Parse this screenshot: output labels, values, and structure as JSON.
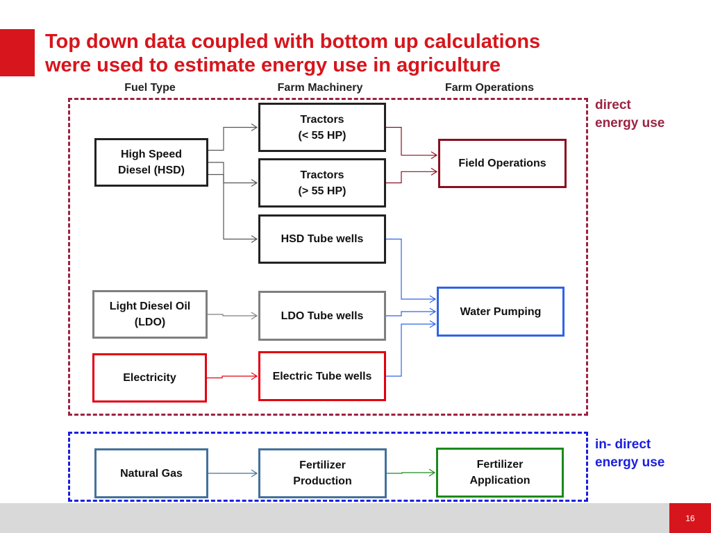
{
  "title": {
    "line1": "Top down data coupled with bottom up calculations",
    "line2": "were used to estimate energy use in agriculture",
    "color": "#d7151c"
  },
  "columns": {
    "fuel": "Fuel Type",
    "machinery": "Farm Machinery",
    "operations": "Farm Operations"
  },
  "groups": {
    "direct": {
      "line1": "direct",
      "line2": "energy use",
      "color": "#9b2342"
    },
    "indirect": {
      "line1": "in- direct",
      "line2": "energy use",
      "color": "#1a1ee0"
    }
  },
  "nodes": {
    "hsd": {
      "line1": "High Speed",
      "line2": "Diesel (HSD)",
      "color": "#222222"
    },
    "ldo": {
      "line1": "Light Diesel Oil",
      "line2": "(LDO)",
      "color": "#7f7f7f"
    },
    "electricity": {
      "line1": "Electricity",
      "color": "#e3000f"
    },
    "tractors_small": {
      "line1": "Tractors",
      "line2": "(< 55 HP)",
      "color": "#222222"
    },
    "tractors_large": {
      "line1": "Tractors",
      "line2": "(> 55 HP)",
      "color": "#222222"
    },
    "hsd_tubewells": {
      "line1": "HSD Tube wells",
      "color": "#222222"
    },
    "ldo_tubewells": {
      "line1": "LDO Tube wells",
      "color": "#7f7f7f"
    },
    "electric_tubewells": {
      "line1": "Electric Tube wells",
      "color": "#e3000f"
    },
    "field_operations": {
      "line1": "Field Operations",
      "color": "#8b0f1f"
    },
    "water_pumping": {
      "line1": "Water Pumping",
      "color": "#2e63e6"
    },
    "natural_gas": {
      "line1": "Natural Gas",
      "color": "#41719c"
    },
    "fertilizer_production": {
      "line1": "Fertilizer",
      "line2": "Production",
      "color": "#41719c"
    },
    "fertilizer_application": {
      "line1": "Fertilizer",
      "line2": "Application",
      "color": "#1a8a1a"
    }
  },
  "edges": [
    {
      "from": "hsd",
      "to": "tractors_small",
      "color": "#555555"
    },
    {
      "from": "hsd",
      "to": "tractors_large",
      "color": "#555555"
    },
    {
      "from": "hsd",
      "to": "hsd_tubewells",
      "color": "#555555"
    },
    {
      "from": "ldo",
      "to": "ldo_tubewells",
      "color": "#7f7f7f"
    },
    {
      "from": "electricity",
      "to": "electric_tubewells",
      "color": "#e3000f"
    },
    {
      "from": "tractors_small",
      "to": "field_operations",
      "color": "#8b0f1f"
    },
    {
      "from": "tractors_large",
      "to": "field_operations",
      "color": "#8b0f1f"
    },
    {
      "from": "hsd_tubewells",
      "to": "water_pumping",
      "color": "#2e63e6"
    },
    {
      "from": "ldo_tubewells",
      "to": "water_pumping",
      "color": "#2e63e6"
    },
    {
      "from": "electric_tubewells",
      "to": "water_pumping",
      "color": "#2e63e6"
    },
    {
      "from": "natural_gas",
      "to": "fertilizer_production",
      "color": "#41719c"
    },
    {
      "from": "fertilizer_production",
      "to": "fertilizer_application",
      "color": "#1a8a1a"
    }
  ],
  "footer": {
    "page_number": "16"
  }
}
